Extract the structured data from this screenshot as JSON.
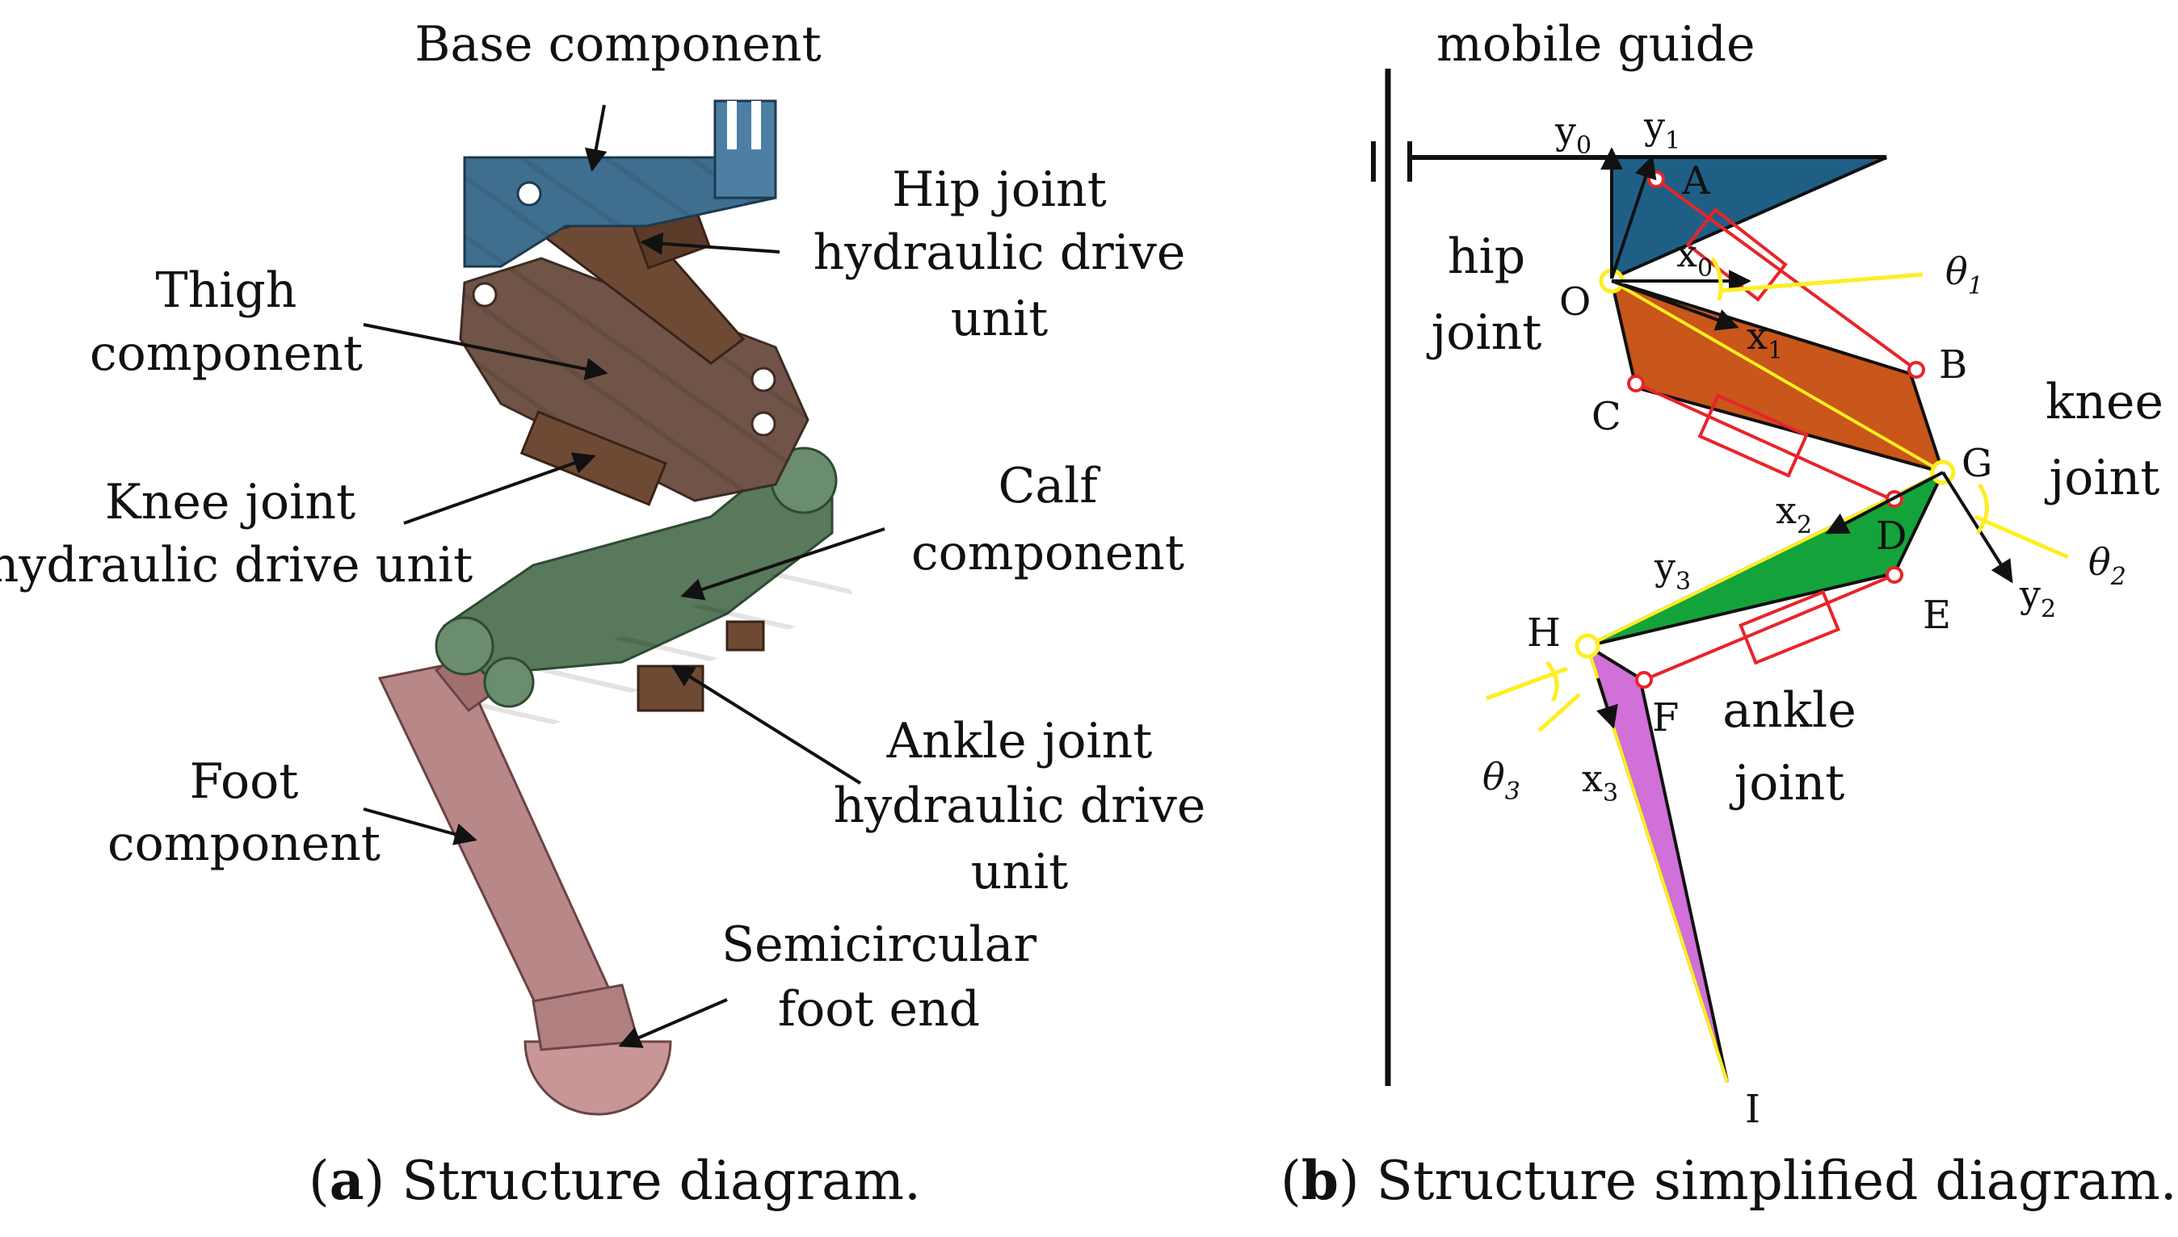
{
  "left_panel": {
    "labels": {
      "base": "Base component",
      "hip_drive_1": "Hip joint",
      "hip_drive_2": "hydraulic drive",
      "hip_drive_3": "unit",
      "thigh_1": "Thigh",
      "thigh_2": "component",
      "knee_drive_1": "Knee joint",
      "knee_drive_2": "hydraulic drive unit",
      "calf_1": "Calf",
      "calf_2": "component",
      "ankle_drive_1": "Ankle joint",
      "ankle_drive_2": "hydraulic drive",
      "ankle_drive_3": "unit",
      "foot_1": "Foot",
      "foot_2": "component",
      "semi_1": "Semicircular",
      "semi_2": "foot end"
    },
    "caption": {
      "letter": "a",
      "text": ") Structure diagram.",
      "open": "("
    },
    "colors": {
      "base": "#3e6d8e",
      "thigh": "#6e5346",
      "calf": "#55795a",
      "foot": "#b08080"
    }
  },
  "right_panel": {
    "labels": {
      "guide": "mobile guide",
      "hip_1": "hip",
      "hip_2": "joint",
      "knee_1": "knee",
      "knee_2": "joint",
      "ankle_1": "ankle",
      "ankle_2": "joint"
    },
    "points": {
      "A": "A",
      "B": "B",
      "C": "C",
      "D": "D",
      "E": "E",
      "F": "F",
      "G": "G",
      "H": "H",
      "I": "I",
      "O": "O"
    },
    "axes": {
      "y0": "y",
      "y0_sub": "0",
      "y1": "y",
      "y1_sub": "1",
      "x0": "x",
      "x0_sub": "0",
      "x1": "x",
      "x1_sub": "1",
      "x2": "x",
      "x2_sub": "2",
      "y2": "y",
      "y2_sub": "2",
      "y3": "y",
      "y3_sub": "3",
      "x3": "x",
      "x3_sub": "3",
      "t1": "θ",
      "t1_sub": "1",
      "t2": "θ",
      "t2_sub": "2",
      "t3": "θ",
      "t3_sub": "3"
    },
    "caption": {
      "letter": "b",
      "text": ") Structure simplified diagram.",
      "open": "("
    },
    "colors": {
      "base": "#1f5f86",
      "thigh": "#c9561a",
      "calf": "#13a33a",
      "foot": "#d070d8",
      "actuator": "#e8242a",
      "angle": "#ffee22"
    }
  }
}
